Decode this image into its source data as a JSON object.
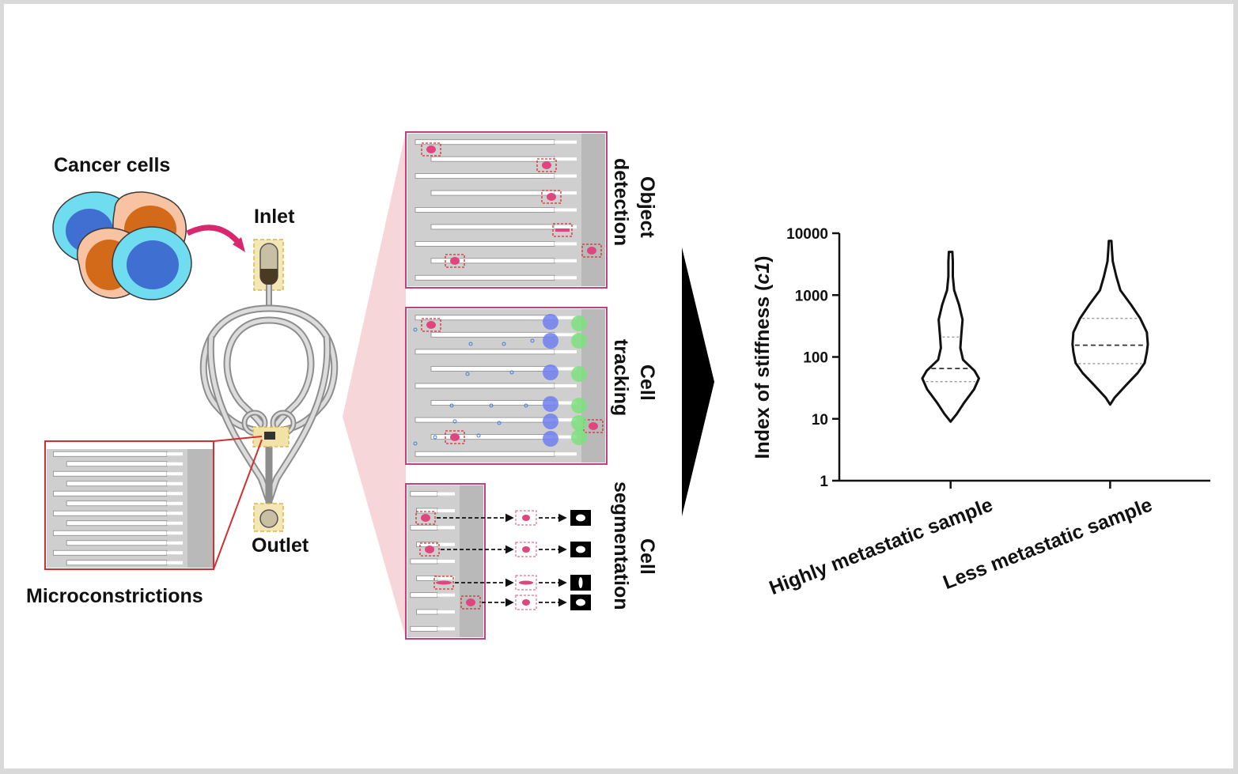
{
  "labels": {
    "cancer_cells": "Cancer cells",
    "inlet": "Inlet",
    "outlet": "Outlet",
    "microconstrictions": "Microconstrictions",
    "object_detection_line1": "Object",
    "object_detection_line2": "detection",
    "cell_tracking_line1": "Cell",
    "cell_tracking_line2": "tracking",
    "cell_segmentation_line1": "Cell",
    "cell_segmentation_line2": "segmentation"
  },
  "colors": {
    "panel_border": "#c2407e",
    "cell_pink": "#e0457e",
    "track_blue": "#6f7ff0",
    "track_green": "#7de27d",
    "nucleus_blue": "#3f6fd1",
    "nucleus_orange": "#d26a1a",
    "highlight_yellow": "#f1e2a8"
  },
  "chart_data": {
    "type": "violin",
    "ylabel": "Index of stiffness (c1)",
    "ylabel_main": "Index of stiffness (",
    "ylabel_italic": "c1",
    "ylabel_end": ")",
    "yscale": "log",
    "ylim": [
      1,
      10000
    ],
    "yticks": [
      "1",
      "10",
      "100",
      "1000",
      "10000"
    ],
    "categories": [
      "Highly metastatic sample",
      "Less metastatic sample"
    ],
    "series": [
      {
        "category": "Highly metastatic sample",
        "min": 9,
        "max": 5000,
        "quartiles": [
          40,
          65,
          210
        ],
        "profile": [
          [
            9,
            0.0
          ],
          [
            12,
            0.14
          ],
          [
            18,
            0.3
          ],
          [
            30,
            0.53
          ],
          [
            45,
            0.64
          ],
          [
            60,
            0.54
          ],
          [
            90,
            0.28
          ],
          [
            140,
            0.22
          ],
          [
            220,
            0.24
          ],
          [
            400,
            0.27
          ],
          [
            700,
            0.19
          ],
          [
            1200,
            0.08
          ],
          [
            2000,
            0.05
          ],
          [
            3500,
            0.05
          ],
          [
            5000,
            0.04
          ]
        ]
      },
      {
        "category": "Less metastatic sample",
        "min": 17,
        "max": 7500,
        "quartiles": [
          78,
          155,
          420
        ],
        "profile": [
          [
            17,
            0.0
          ],
          [
            22,
            0.1
          ],
          [
            35,
            0.36
          ],
          [
            55,
            0.62
          ],
          [
            80,
            0.78
          ],
          [
            120,
            0.83
          ],
          [
            160,
            0.85
          ],
          [
            250,
            0.83
          ],
          [
            420,
            0.68
          ],
          [
            700,
            0.47
          ],
          [
            1200,
            0.23
          ],
          [
            2000,
            0.14
          ],
          [
            3500,
            0.06
          ],
          [
            5500,
            0.04
          ],
          [
            7500,
            0.03
          ]
        ]
      }
    ]
  }
}
